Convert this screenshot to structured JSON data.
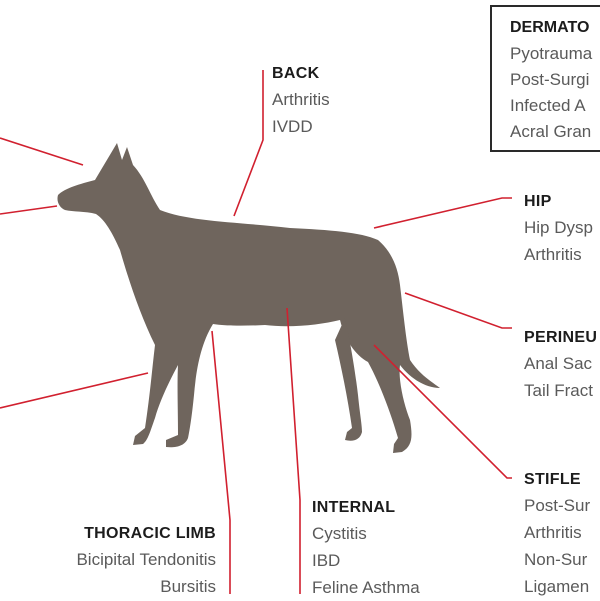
{
  "colors": {
    "dog": "#6f655d",
    "leader_line": "#d1202f",
    "heading": "#1c1c1c",
    "item": "#5a5a5a",
    "box_border": "#2a2a2a"
  },
  "regions": {
    "dermatologic": {
      "heading": "DERMATO",
      "items": [
        "Pyotrauma",
        "Post-Surgi",
        "Infected A",
        "Acral Gran"
      ]
    },
    "back": {
      "heading": "BACK",
      "items": [
        "Arthritis",
        "IVDD"
      ]
    },
    "hip": {
      "heading": "HIP",
      "items": [
        "Hip Dysp",
        "Arthritis"
      ]
    },
    "perineum": {
      "heading": "PERINEU",
      "items": [
        "Anal Sac",
        "Tail Fract"
      ]
    },
    "stifle": {
      "heading": "STIFLE",
      "items": [
        "Post-Sur",
        "Arthritis",
        "Non-Sur",
        "Ligamen"
      ]
    },
    "internal": {
      "heading": "INTERNAL",
      "items": [
        "Cystitis",
        "IBD",
        "Feline Asthma"
      ]
    },
    "thoracic_limb": {
      "heading": "THORACIC LIMB",
      "items": [
        "Bicipital Tendonitis",
        "Bursitis"
      ]
    }
  }
}
